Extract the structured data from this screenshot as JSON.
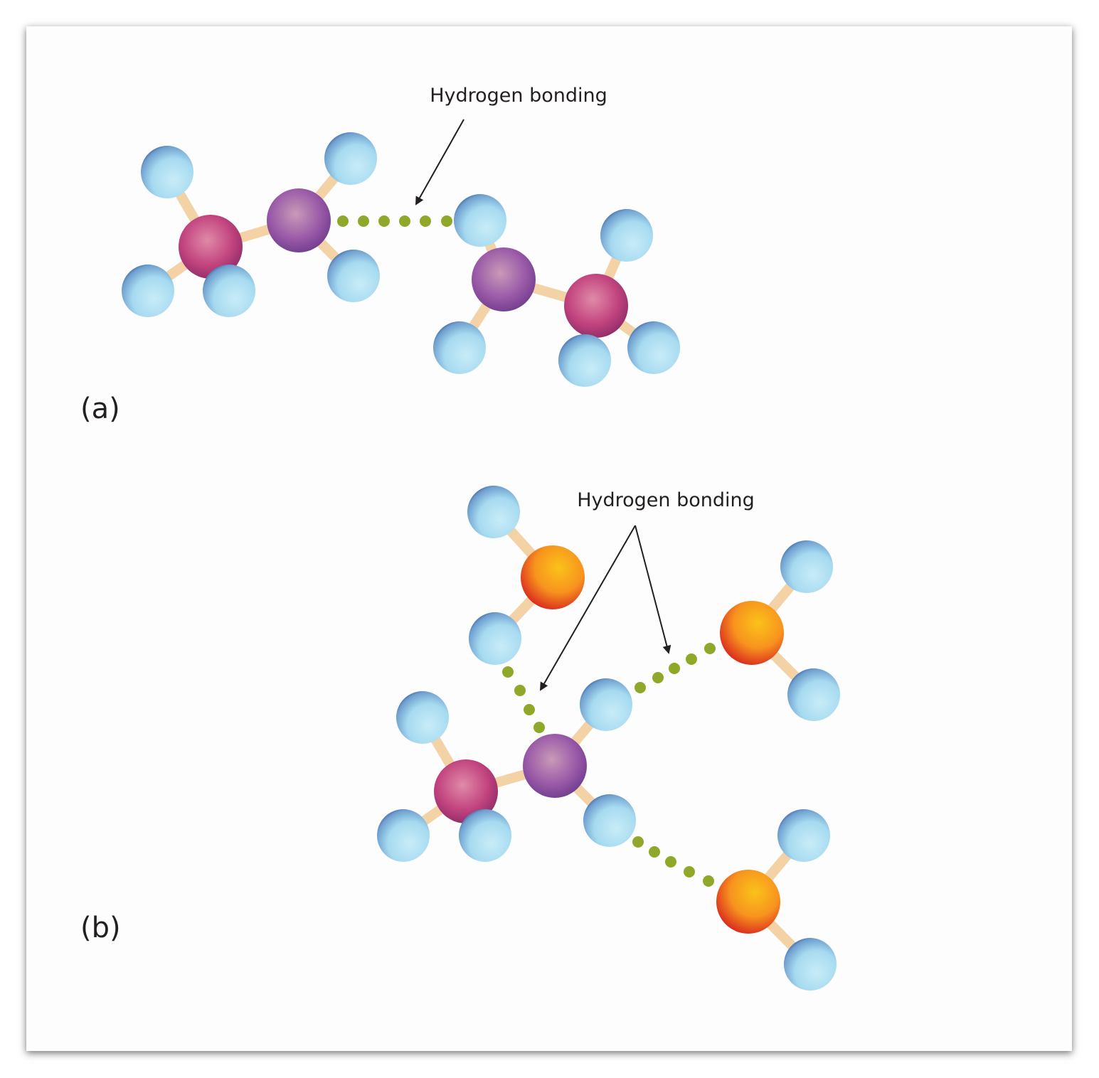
{
  "panel_a": {
    "label": "(a)",
    "annotation": "Hydrogen bonding"
  },
  "panel_b": {
    "label": "(b)",
    "annotation": "Hydrogen bonding"
  },
  "colors": {
    "hydrogen": "#a8dcf0",
    "carbon": "#c2447f",
    "nitrogen": "#9a5aa8",
    "oxygen": "#f7931e",
    "bond": "#f3d3a6",
    "hbond_dot": "#8fa82a"
  }
}
